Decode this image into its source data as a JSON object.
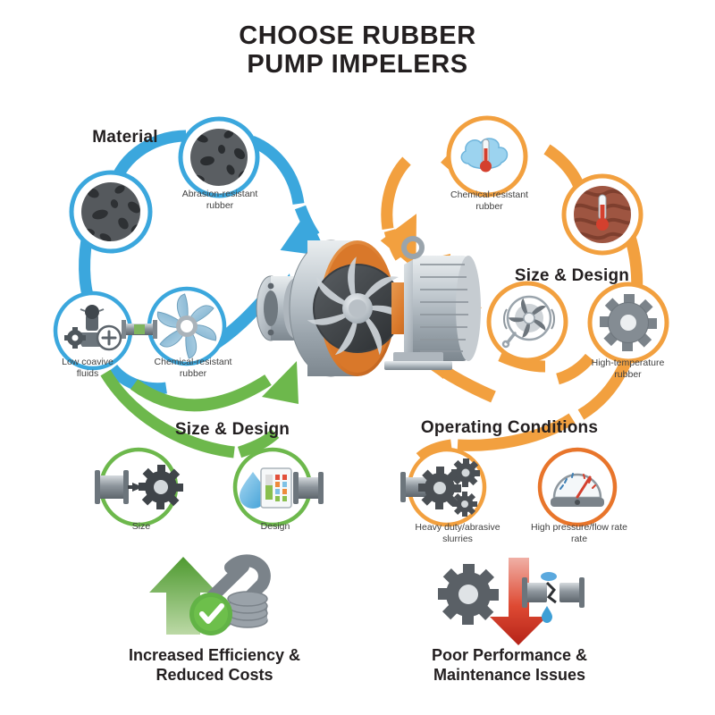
{
  "title": {
    "line1": "CHOOSE RUBBER",
    "line2": "PUMP IMPELERS"
  },
  "colors": {
    "blue": "#3BA7DD",
    "orange": "#F2A03F",
    "green": "#6DB84C",
    "red": "#D93A2B",
    "text": "#231f20",
    "caption": "#3f3f3f",
    "background": "#ffffff",
    "pump_body": "#b9c0c6",
    "pump_ring": "#E08030"
  },
  "sections": {
    "material": {
      "heading": "Material",
      "color": "#3BA7DD",
      "nodes": [
        {
          "caption": "",
          "icon": "rubber-granules-icon"
        },
        {
          "caption": "Abrasion-resistant\nrubber",
          "icon": "rubber-granules-icon"
        },
        {
          "caption": "Low coavive\nfluids",
          "icon": "flow-meter-gear-icon"
        },
        {
          "caption": "Chemical-resistant\nrubber",
          "icon": "blue-impeller-icon"
        }
      ]
    },
    "size_design_right": {
      "heading": "Size & Design",
      "color": "#F2A03F",
      "nodes": [
        {
          "caption": "Chemical-resistant\nrubber",
          "icon": "cloud-thermometer-icon"
        },
        {
          "caption": "",
          "icon": "heat-thermometer-icon"
        },
        {
          "caption": "",
          "icon": "impeller-inspection-icon"
        },
        {
          "caption": "High-temperature\nrubber",
          "icon": "gear-impeller-icon"
        }
      ]
    },
    "size_design_bottom": {
      "heading": "Size & Design",
      "color": "#6DB84C",
      "nodes": [
        {
          "caption": "Size",
          "icon": "pipe-gear-icon"
        },
        {
          "caption": "Design",
          "icon": "droplet-chart-pipe-icon"
        }
      ]
    },
    "operating_conditions": {
      "heading": "Operating Conditions",
      "color": "#F2A03F",
      "nodes": [
        {
          "caption": "Heavy duty/abrasive\nslurries",
          "icon": "gears-cluster-icon"
        },
        {
          "caption": "High pressure/flow rate\nrate",
          "icon": "pressure-gauge-icon"
        }
      ]
    }
  },
  "outcomes": {
    "positive": {
      "line1": "Increased Efficiency &",
      "line2": "Reduced Costs",
      "color": "#6DB84C",
      "icons": [
        "up-arrow-icon",
        "wrench-icon",
        "check-circle-icon",
        "coins-icon"
      ]
    },
    "negative": {
      "line1": "Poor Performance &",
      "line2": "Maintenance Issues",
      "color": "#D93A2B",
      "icons": [
        "gear-icon",
        "down-arrow-icon",
        "leaking-pipe-icon"
      ]
    }
  },
  "center": {
    "name": "rubber pump impeller",
    "icon": "centrifugal-pump-icon"
  }
}
